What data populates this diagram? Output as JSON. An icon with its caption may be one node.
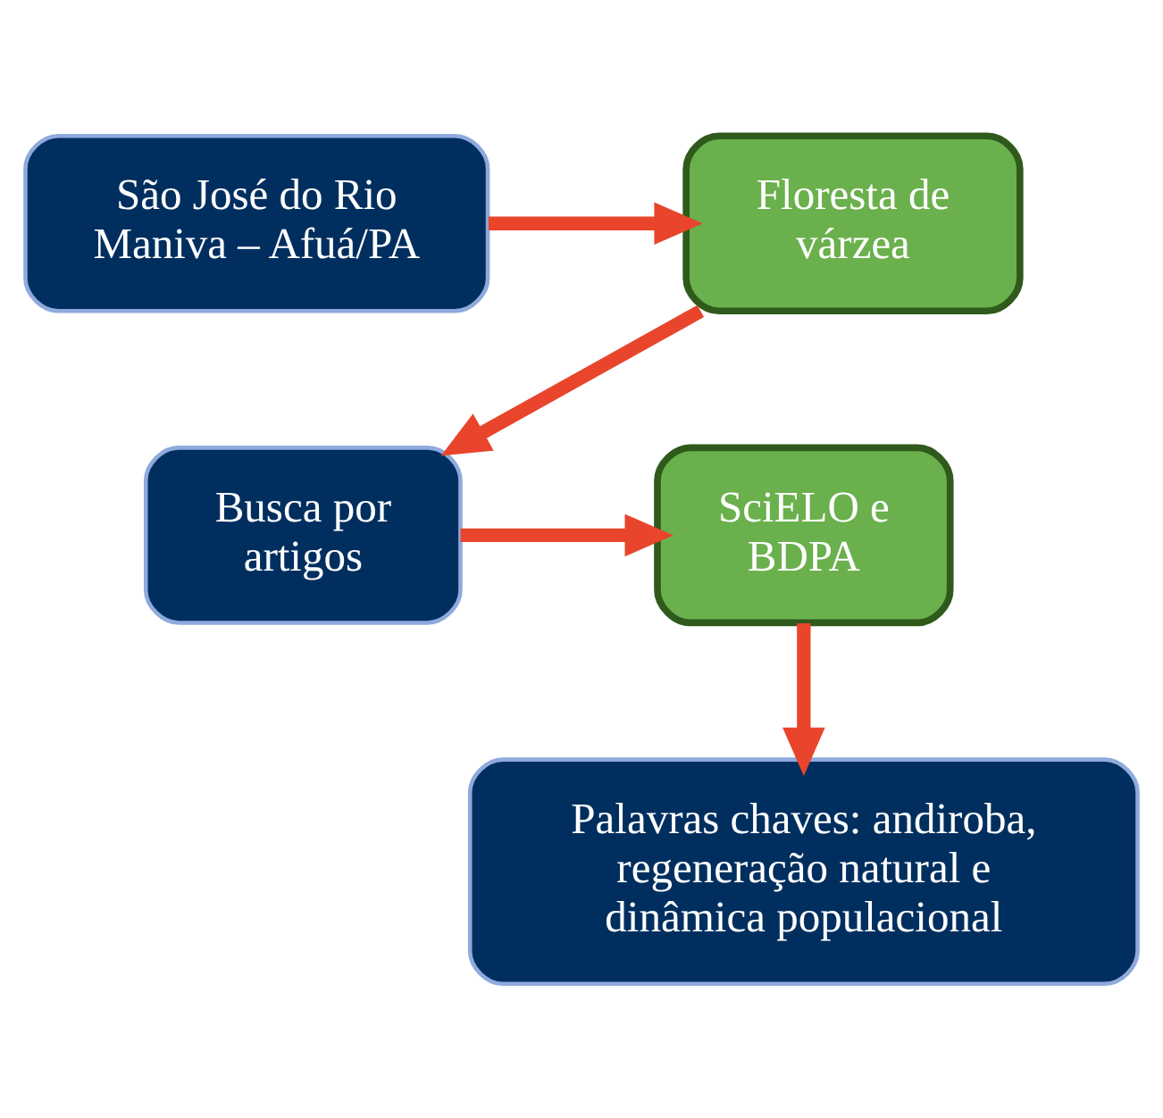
{
  "diagram": {
    "nodes": [
      {
        "text": [
          "São José do Rio Maniva – Afuá/PA"
        ]
      },
      {
        "text": [
          "Floresta de várzea"
        ]
      },
      {
        "text": [
          "SciELO e BDPA"
        ]
      },
      {
        "text": [
          "Busca por artigos"
        ]
      },
      {
        "text": [
          "Palavras chaves: andiroba, regeneração natural e dinâmica populacional"
        ]
      }
    ],
    "edges": [
      {
        "from": 0,
        "to": 1,
        "arrow": "to"
      },
      {
        "from": 1,
        "to": 3,
        "arrow": "to"
      },
      {
        "from": 3,
        "to": 2,
        "arrow": "to"
      },
      {
        "from": 2,
        "to": 4,
        "arrow": "to"
      }
    ]
  }
}
